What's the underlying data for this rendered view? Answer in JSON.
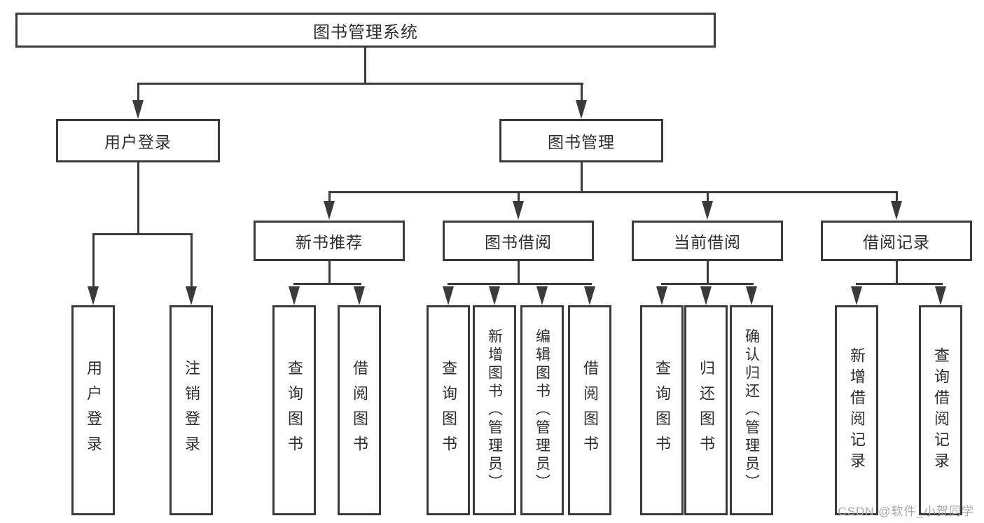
{
  "nodes": {
    "root": {
      "label": "图书管理系统"
    },
    "user_login": {
      "label": "用户登录"
    },
    "book_mgmt": {
      "label": "图书管理"
    },
    "new_books": {
      "label": "新书推荐"
    },
    "book_borrow": {
      "label": "图书借阅"
    },
    "current_borrow": {
      "label": "当前借阅"
    },
    "borrow_records": {
      "label": "借阅记录"
    }
  },
  "leaves": {
    "user_login": [
      "用户登录",
      "注销登录"
    ],
    "new_books": [
      "查询图书",
      "借阅图书"
    ],
    "book_borrow": [
      "查询图书",
      "新增图书（管理员）",
      "编辑图书（管理员）",
      "借阅图书"
    ],
    "current_borrow": [
      "查询图书",
      "归还图书",
      "确认归还（管理员）"
    ],
    "borrow_records": [
      "新增借阅记录",
      "查询借阅记录"
    ]
  },
  "watermark": "CSDN @软件_小贺同学",
  "colors": {
    "line": "#3a3a3a",
    "text": "#2d2d2d",
    "watermark": "#a3a9b0",
    "background": "#ffffff"
  }
}
